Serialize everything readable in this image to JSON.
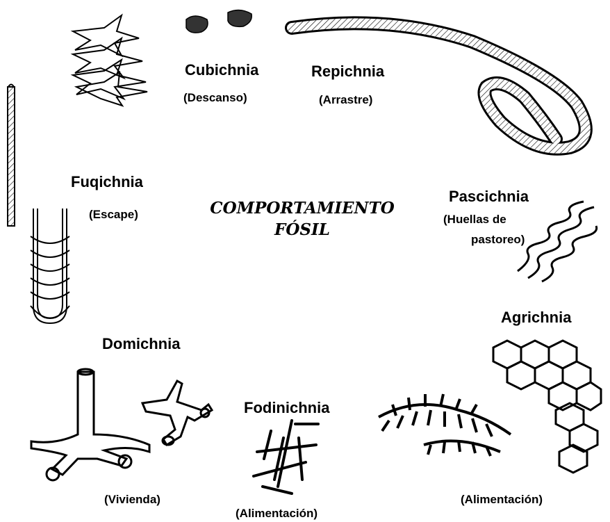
{
  "center_title": {
    "line1": "COMPORTAMIENTO",
    "line2": "FÓSIL"
  },
  "categories": {
    "cubichnia": {
      "name": "Cubichnia",
      "sub": "(Descanso)"
    },
    "repichnia": {
      "name": "Repichnia",
      "sub": "(Arrastre)"
    },
    "fuqichnia": {
      "name": "Fuqichnia",
      "sub": "(Escape)"
    },
    "pascichnia": {
      "name": "Pascichnia",
      "sub1": "(Huellas de",
      "sub2": "pastoreo)"
    },
    "agrichnia": {
      "name": "Agrichnia",
      "sub": "(Alimentación)"
    },
    "domichnia": {
      "name": "Domichnia",
      "sub": "(Vivienda)"
    },
    "fodinichnia": {
      "name": "Fodinichnia",
      "sub": "(Alimentación)"
    }
  },
  "colors": {
    "ink": "#000000",
    "background": "#ffffff"
  }
}
